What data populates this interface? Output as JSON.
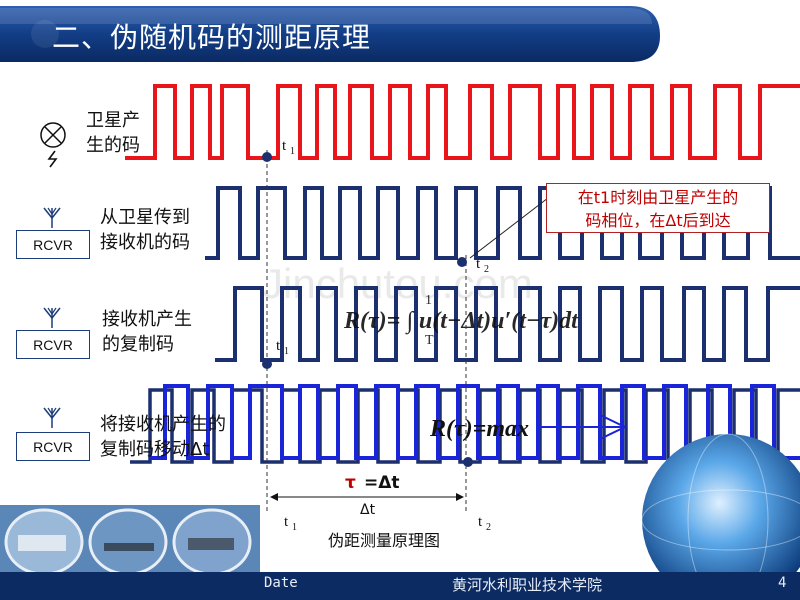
{
  "slide": {
    "title": "二、伪随机码的测距原理",
    "watermark": "Jinchutou.com",
    "caption": "伪距测量原理图"
  },
  "rows": [
    {
      "label": "卫星产生的码",
      "label_lines": [
        "卫星产",
        "生的码"
      ],
      "icon": "satellite-icon",
      "color": "#e8161b"
    },
    {
      "label": "从卫星传到接收机的码",
      "label_lines": [
        "从卫星传到",
        "接收机的码"
      ],
      "icon": "antenna-icon",
      "device": "RCVR",
      "color": "#1c2f6e"
    },
    {
      "label": "接收机产生的复制码",
      "label_lines": [
        "接收机产生",
        "的复制码"
      ],
      "icon": "antenna-icon",
      "device": "RCVR",
      "color": "#1c2f6e"
    },
    {
      "label": "将接收机产生的复制码移动Δt",
      "label_lines": [
        "将接收机产生的",
        "复制码移动Δt"
      ],
      "icon": "antenna-icon",
      "device": "RCVR",
      "color": "#1a24d8"
    }
  ],
  "callout": {
    "lines": [
      "在t1时刻由卫星产生的",
      "码相位，在Δt后到达"
    ],
    "border_color": "#b22222",
    "text_color": "#c00000"
  },
  "markers": {
    "t1": "t",
    "t1_sub": "1",
    "t2": "t",
    "t2_sub": "2",
    "tau": "τ",
    "tau_eq": "=Δt",
    "delta_t": "Δt"
  },
  "footer": {
    "date": "Date",
    "org": "黄河水利职业技术学院",
    "page": "4"
  },
  "colors": {
    "title_bar": "#0e2f6b",
    "footer": "#0d2b63",
    "satellite_code": "#e8161b",
    "received_code": "#1c2f6e",
    "shifted_code": "#1a24d8",
    "marker_dot": "#1c2f6e"
  }
}
